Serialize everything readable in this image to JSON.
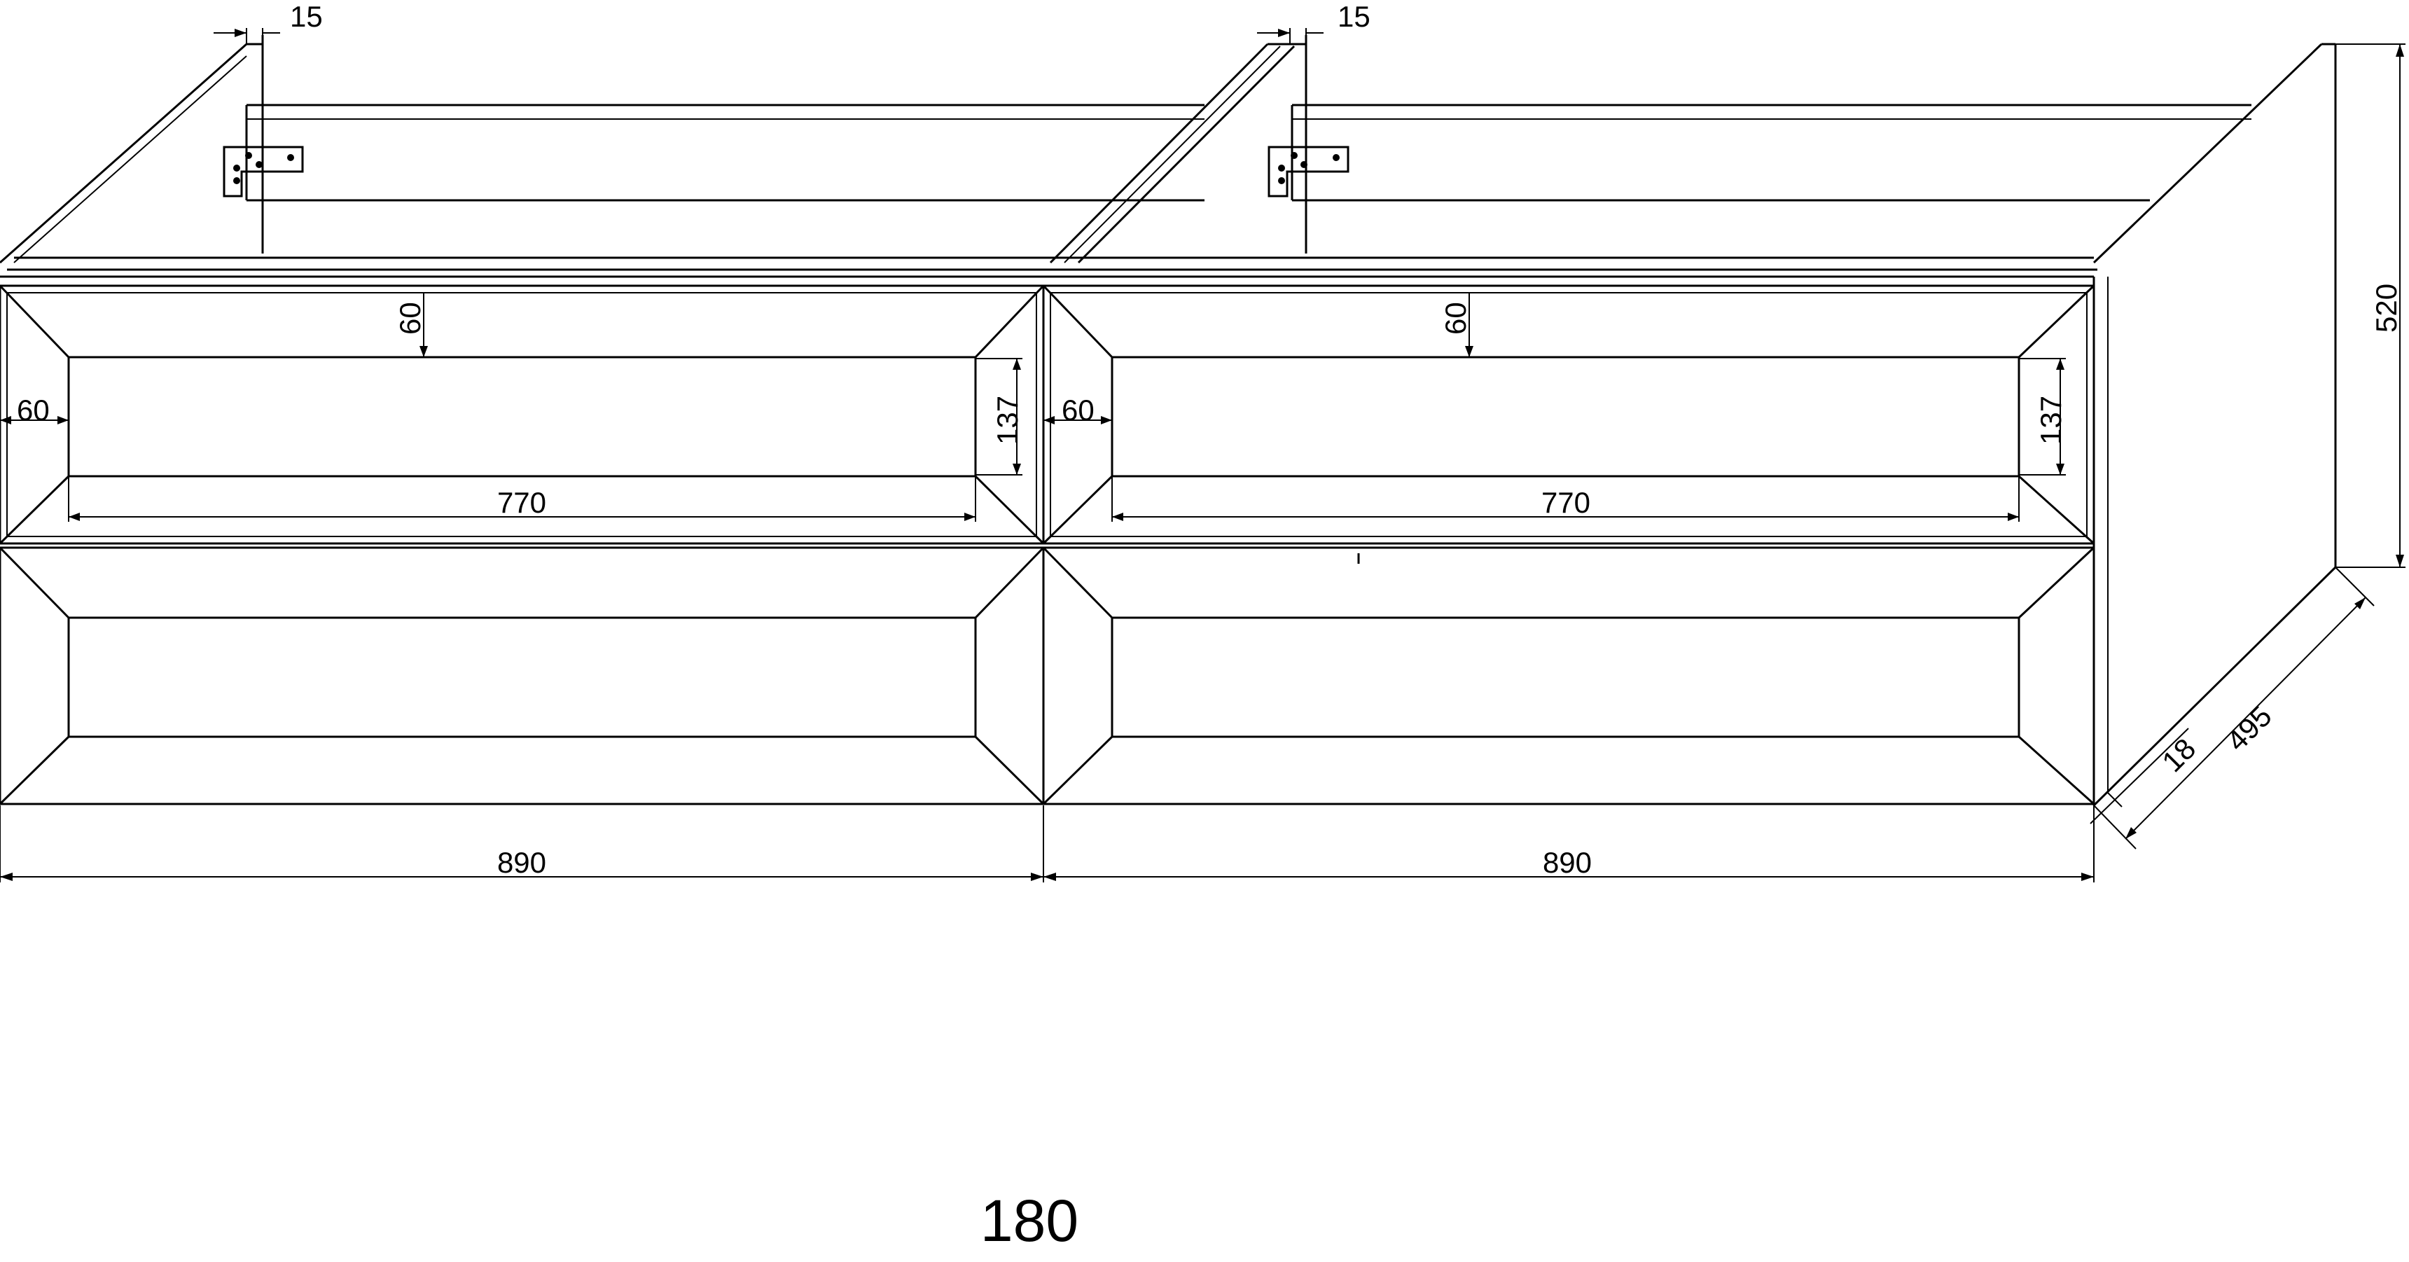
{
  "drawing": {
    "model_label": "180",
    "dims": {
      "side_thickness_left": "15",
      "side_thickness_right": "15",
      "frame_top_left": "60",
      "frame_top_right": "60",
      "frame_side_left": "60",
      "frame_side_right": "60",
      "panel_height_left": "137",
      "panel_height_right": "137",
      "panel_width_left": "770",
      "panel_width_right": "770",
      "module_width_left": "890",
      "module_width_right": "890",
      "total_height": "520",
      "depth": "495",
      "front_thickness": "18"
    }
  },
  "colors": {
    "line": "#000000",
    "background": "#ffffff"
  }
}
